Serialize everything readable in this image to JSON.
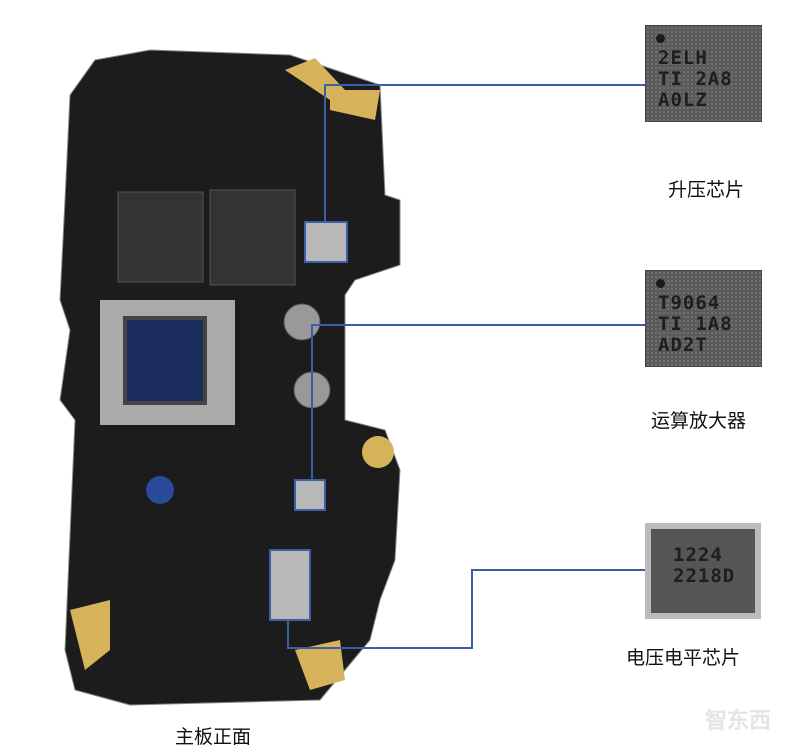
{
  "callouts": [
    {
      "label": "升压芯片",
      "chip_marking": "2ELH\nTI 2A8\nA0LZ"
    },
    {
      "label": "运算放大器",
      "chip_marking": "T9064\nTI 1A8\nAD2T"
    },
    {
      "label": "电压电平芯片",
      "chip_marking": "1224\n2218D"
    }
  ],
  "caption": "主板正面",
  "watermark": "智东西",
  "colors": {
    "connector_line": "#3a5fa8",
    "pcb": "#1c1c1c",
    "gold_pad": "#d6b25a"
  }
}
